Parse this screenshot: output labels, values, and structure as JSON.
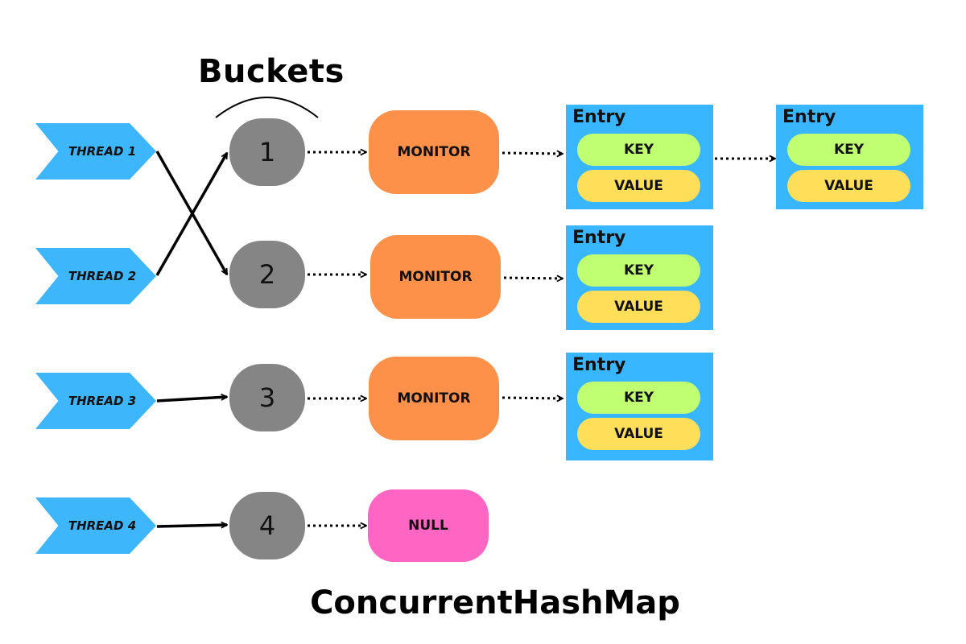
{
  "buckets_title": "Buckets",
  "diagram_title": "ConcurrentHashMap",
  "threads": [
    {
      "label": "THREAD 1"
    },
    {
      "label": "THREAD 2"
    },
    {
      "label": "THREAD 3"
    },
    {
      "label": "THREAD 4"
    }
  ],
  "buckets": [
    {
      "label": "1"
    },
    {
      "label": "2"
    },
    {
      "label": "3"
    },
    {
      "label": "4"
    }
  ],
  "monitors": [
    {
      "label": "MONITOR"
    },
    {
      "label": "MONITOR"
    },
    {
      "label": "MONITOR"
    },
    {
      "label": "NULL"
    }
  ],
  "entries": [
    {
      "label": "Entry",
      "key": "KEY",
      "value": "VALUE"
    },
    {
      "label": "Entry",
      "key": "KEY",
      "value": "VALUE"
    },
    {
      "label": "Entry",
      "key": "KEY",
      "value": "VALUE"
    },
    {
      "label": "Entry",
      "key": "KEY",
      "value": "VALUE"
    }
  ],
  "colors": {
    "thread": "#3db6fb",
    "bucket": "#858585",
    "monitor": "#fe914a",
    "null": "#ff66c4",
    "entry": "#38b6ff",
    "key": "#c1ff72",
    "value": "#ffde59"
  }
}
